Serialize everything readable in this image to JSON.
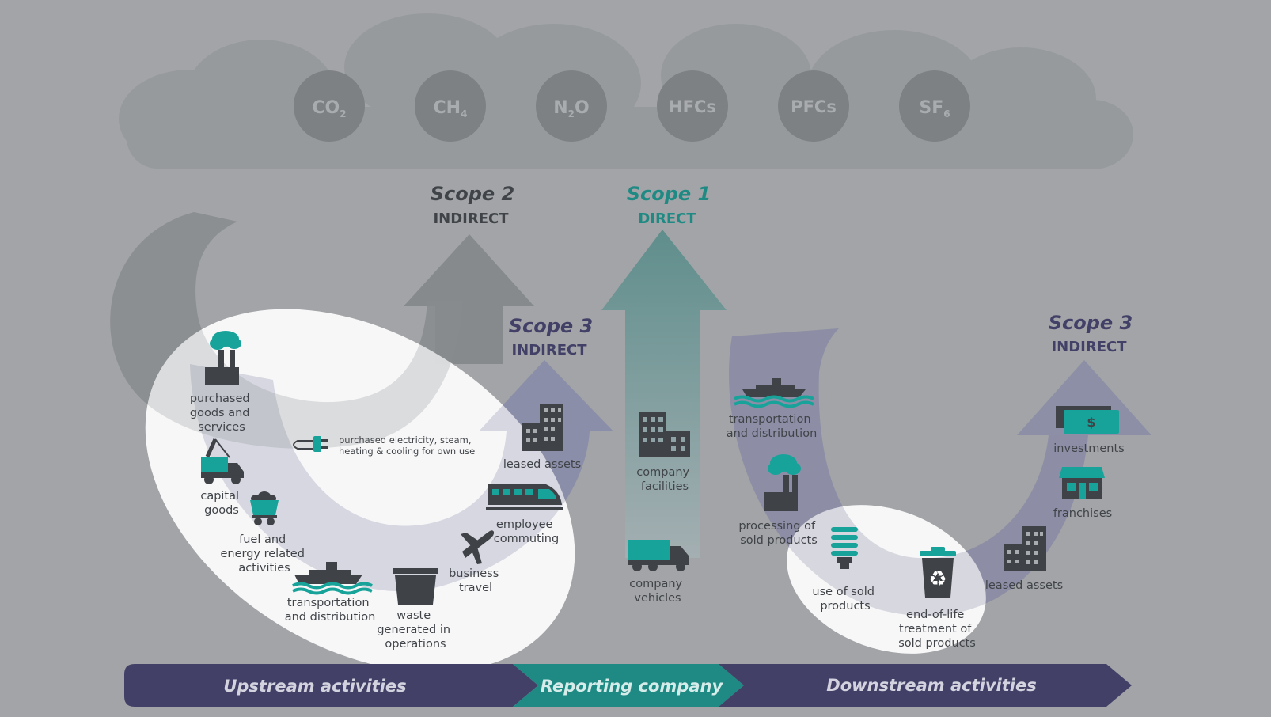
{
  "gases": [
    {
      "base": "CO",
      "sub": "2"
    },
    {
      "base": "CH",
      "sub": "4"
    },
    {
      "base": "N",
      "sub": "2",
      "tail": "O"
    },
    {
      "base": "HFCs",
      "sub": ""
    },
    {
      "base": "PFCs",
      "sub": ""
    },
    {
      "base": "SF",
      "sub": "6"
    }
  ],
  "scopes": {
    "scope2": {
      "title": "Scope 2",
      "subtitle": "INDIRECT"
    },
    "scope1": {
      "title": "Scope 1",
      "subtitle": "DIRECT"
    },
    "scope3_up": {
      "title": "Scope 3",
      "subtitle": "INDIRECT"
    },
    "scope3_down": {
      "title": "Scope 3",
      "subtitle": "INDIRECT"
    }
  },
  "labels": {
    "purchased_goods": [
      "purchased",
      "goods and",
      "services"
    ],
    "capital_goods": [
      "capital",
      "goods"
    ],
    "fuel_energy": [
      "fuel and",
      "energy related",
      "activities"
    ],
    "transport_up": [
      "transportation",
      "and distribution"
    ],
    "waste": [
      "waste",
      "generated in",
      "operations"
    ],
    "business_travel": [
      "business",
      "travel"
    ],
    "employee_commuting": [
      "employee",
      "commuting"
    ],
    "leased_up": [
      "leased assets"
    ],
    "electricity": [
      "purchased electricity, steam,",
      "heating & cooling for own use"
    ],
    "company_facilities": [
      "company",
      "facilities"
    ],
    "company_vehicles": [
      "company",
      "vehicles"
    ],
    "transport_down": [
      "transportation",
      "and distribution"
    ],
    "processing": [
      "processing of",
      "sold products"
    ],
    "use_sold": [
      "use of sold",
      "products"
    ],
    "end_of_life": [
      "end-of-life",
      "treatment of",
      "sold products"
    ],
    "leased_down": [
      "leased assets"
    ],
    "franchises": [
      "franchises"
    ],
    "investments": [
      "investments"
    ],
    "dollar_sign": "$"
  },
  "band": {
    "upstream": "Upstream activities",
    "reporting": "Reporting company",
    "downstream": "Downstream activities"
  },
  "colors": {
    "background": "#a2a4a7",
    "cloud": "#979a9d",
    "gas_circle": "#7e8184",
    "dark_text": "#404448",
    "teal": "#1f8a84",
    "navy": "#434068",
    "icon_dark": "#3f4246",
    "icon_teal": "#17a39a"
  }
}
